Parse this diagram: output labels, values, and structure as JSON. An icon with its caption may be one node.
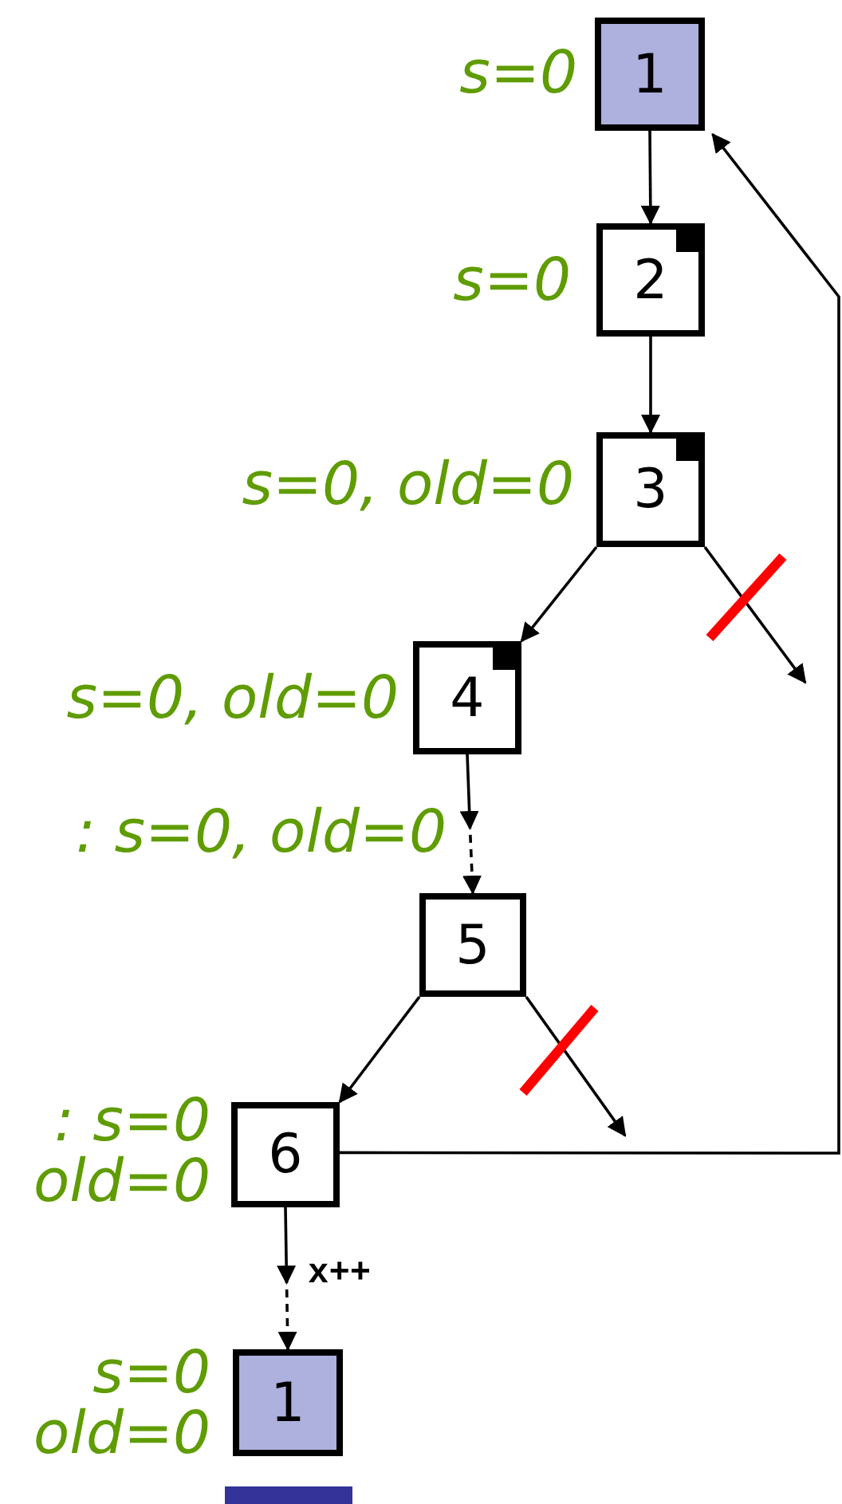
{
  "diagram": {
    "nodes": [
      {
        "text": [
          "1"
        ],
        "beside": [
          "s=0"
        ]
      },
      {
        "text": [
          "2"
        ],
        "beside": [
          "s=0"
        ]
      },
      {
        "text": [
          "3"
        ],
        "beside": [
          "s=0, old=0"
        ]
      },
      {
        "text": [
          "4"
        ],
        "beside": [
          "s=0, old=0"
        ]
      },
      {
        "text": [
          "5"
        ],
        "beside": [
          ": s=0, old=0"
        ]
      },
      {
        "text": [
          "6"
        ],
        "beside": [
          ": s=0 old=0"
        ]
      },
      {
        "text": [
          "1"
        ],
        "beside": [
          "s=0 old=0"
        ]
      }
    ],
    "edges": [
      {
        "from": 0,
        "to": 1,
        "arrow": "to"
      },
      {
        "from": 1,
        "to": 2,
        "arrow": "to"
      },
      {
        "from": 2,
        "to": 3,
        "arrow": "to"
      },
      {
        "from": 2,
        "to": null,
        "arrow": "to"
      },
      {
        "from": 3,
        "to": 4,
        "arrow": "to",
        "style": "dashed"
      },
      {
        "from": 4,
        "to": 5,
        "arrow": "to"
      },
      {
        "from": 4,
        "to": null,
        "arrow": "to"
      },
      {
        "from": 5,
        "to": 0,
        "arrow": "to"
      },
      {
        "from": 5,
        "to": 6,
        "arrow": "to",
        "style": "dashed",
        "label": "x++"
      }
    ]
  }
}
